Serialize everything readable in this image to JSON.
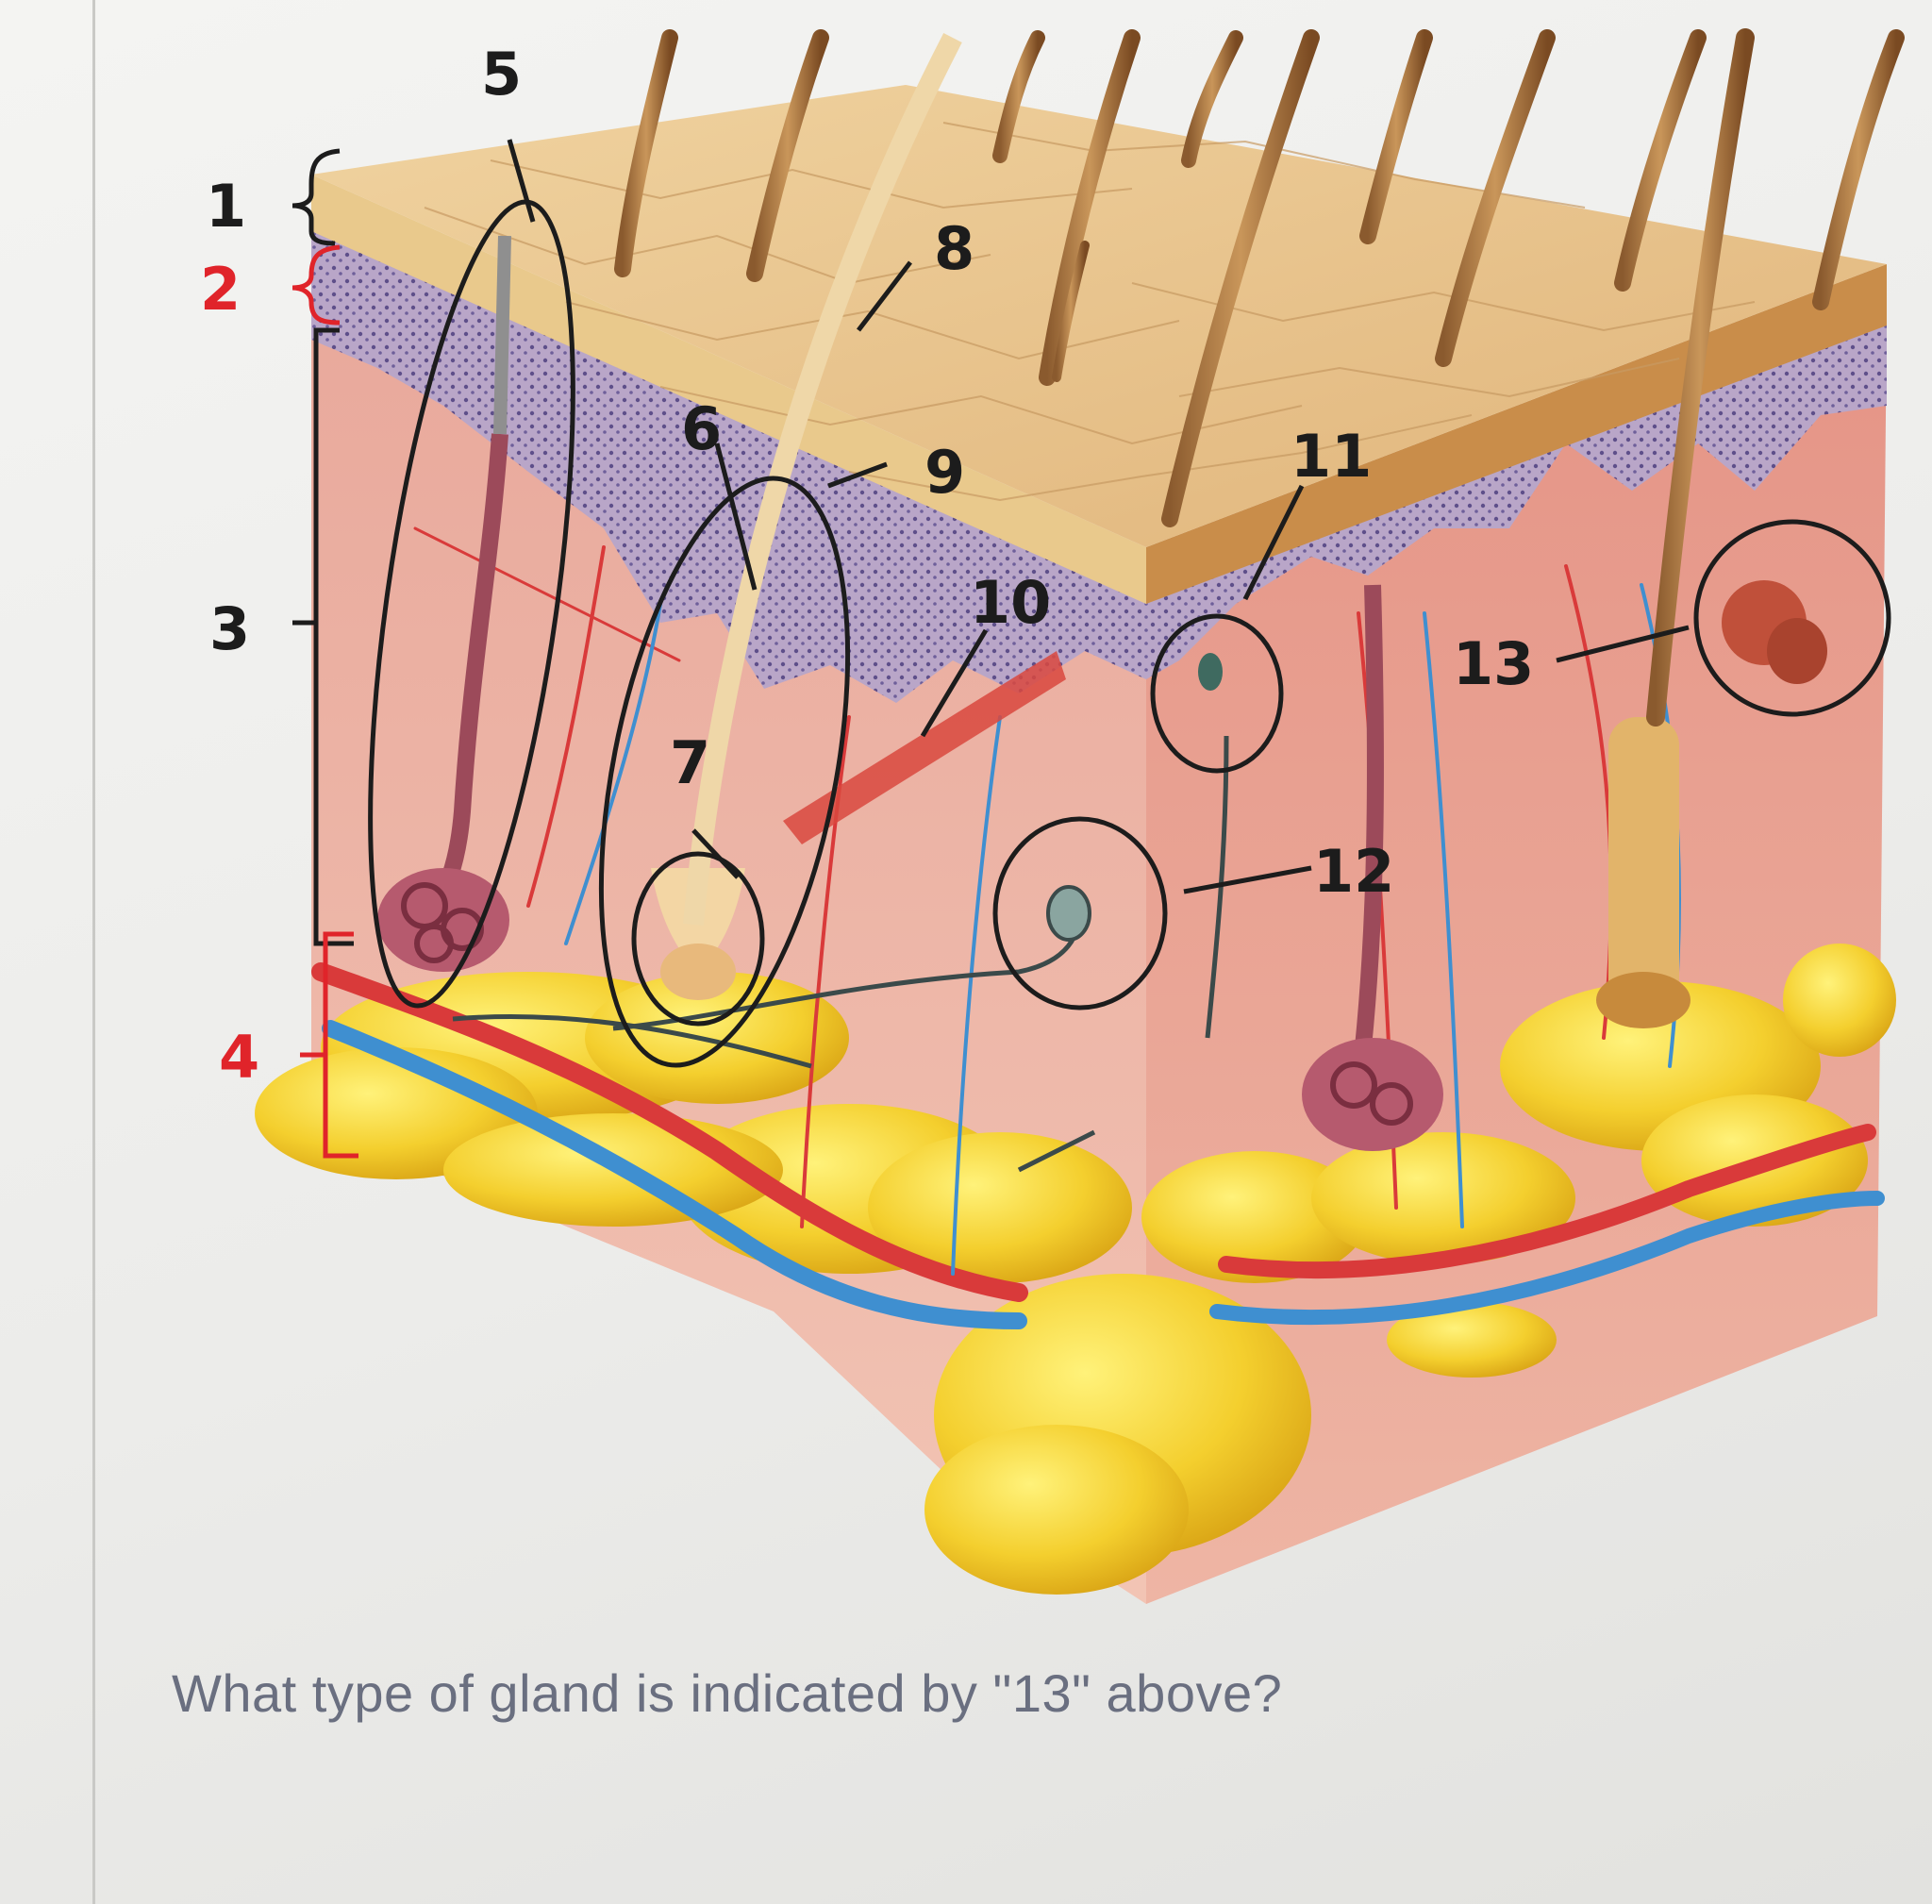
{
  "labels": {
    "l1": "1",
    "l2": "2",
    "l3": "3",
    "l4": "4",
    "l5": "5",
    "l6": "6",
    "l7": "7",
    "l8": "8",
    "l9": "9",
    "l10": "10",
    "l11": "11",
    "l12": "12",
    "l13": "13"
  },
  "question": "What type of gland is indicated by \"13\" above?",
  "colors": {
    "annotation_black": "#1c1c1c",
    "annotation_red": "#e0242a",
    "epidermis_top": "#e7c48e",
    "dermis": "#ecb3a4",
    "fat": "#f2cf3a",
    "artery": "#d93a3a",
    "vein": "#3f8fd0"
  }
}
